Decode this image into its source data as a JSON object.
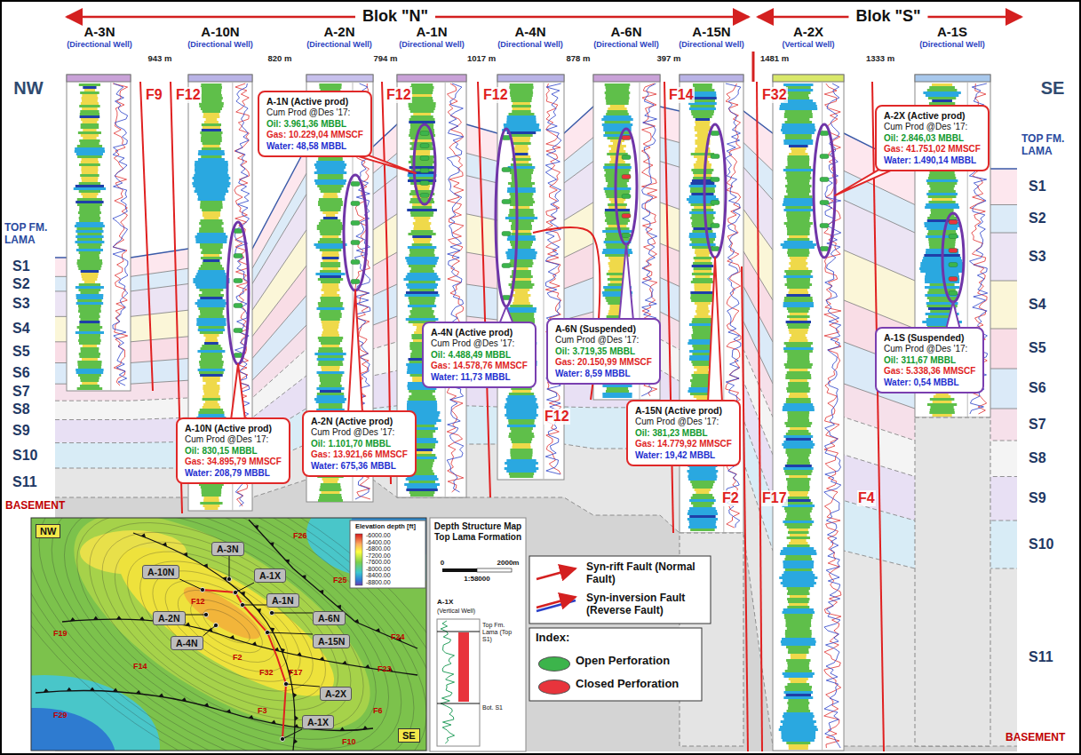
{
  "diagram": {
    "nodes": [
      {
        "text": [
          "A-1N (Active prod)",
          "Cum Prod @Des '17:",
          "Oil: 3.961,36 MBBL",
          "Gas: 10.229,04 MMSCF",
          "Water: 48,58 MBBL"
        ]
      },
      {
        "text": [
          "A-2X (Active prod)",
          "Cum Prod @Des '17:",
          "Oil: 2.846,03 MBBL",
          "Gas: 41.751,02 MMSCF",
          "Water: 1.490,14 MBBL"
        ]
      },
      {
        "text": [
          "A-6N (Suspended)",
          "Cum Prod @Des '17:",
          "Oil: 3.719,35 MBBL",
          "Gas: 20.150,99 MMSCF",
          "Water: 8,59 MBBL"
        ]
      },
      {
        "text": [
          "A-4N (Active prod)",
          "Cum Prod @Des '17:",
          "Oil: 4.488,49 MBBL",
          "Gas: 14.578,76 MMSCF",
          "Water: 11,73 MBBL"
        ]
      },
      {
        "text": [
          "A-1S (Suspended)",
          "Cum Prod @Des '17:",
          "Oil: 311,67 MBBL",
          "Gas: 5.338,36 MMSCF",
          "Water: 0,54 MBBL"
        ]
      },
      {
        "text": [
          "A-15N (Active prod)",
          "Cum Prod @Des '17:",
          "Oil: 381,23 MBBL",
          "Gas: 14.779,92 MMSCF",
          "Water: 19,42 MBBL"
        ]
      },
      {
        "text": [
          "A-2N (Active prod)",
          "Cum Prod @Des '17:",
          "Oil: 1.101,70 MBBL",
          "Gas: 13.921,66 MMSCF",
          "Water: 675,36 MBBL"
        ]
      },
      {
        "text": [
          "A-10N (Active prod)",
          "Cum Prod @Des '17:",
          "Oil: 830,15 MBBL",
          "Gas: 34.895,79 MMSCF",
          "Water: 208,79 MBBL"
        ]
      },
      {
        "text": [
          "NW"
        ]
      },
      {
        "text": [
          "A-3N"
        ]
      },
      {
        "text": [
          "A-10N"
        ]
      },
      {
        "text": [
          "A-1X"
        ]
      },
      {
        "text": [
          "A-1N"
        ]
      },
      {
        "text": [
          "A-2N"
        ]
      },
      {
        "text": [
          "A-6N"
        ]
      },
      {
        "text": [
          "A-4N"
        ]
      },
      {
        "text": [
          "A-15N"
        ]
      },
      {
        "text": [
          "A-2X"
        ]
      },
      {
        "text": [
          "A-1X"
        ]
      },
      {
        "text": [
          "SE"
        ]
      }
    ],
    "labels": [
      "Blok \"N\"",
      "Blok \"S\"",
      "A-3N",
      "(Directional Well)",
      "A-10N",
      "(Directional Well)",
      "A-2N",
      "(Directional Well)",
      "A-1N",
      "(Directional Well)",
      "A-4N",
      "(Directional Well)",
      "A-6N",
      "(Directional Well)",
      "A-15N",
      "(Directional Well)",
      "A-2X",
      "(Vertical Well)",
      "A-1S",
      "(Directional Well)",
      "943 m",
      "820 m",
      "794 m",
      "1017 m",
      "878 m",
      "397 m",
      "1481 m",
      "1333 m",
      "NW",
      "SE",
      "TOP FM. LAMA",
      "S1",
      "S2",
      "S3",
      "S4",
      "S5",
      "S6",
      "S7",
      "S8",
      "S9",
      "S10",
      "S11",
      "BASEMENT",
      "TOP FM. LAMA",
      "S1",
      "S2",
      "S3",
      "S4",
      "S5",
      "S6",
      "S7",
      "S8",
      "S9",
      "S10",
      "S11",
      "BASEMENT",
      "F9",
      "F12",
      "F12",
      "F12",
      "F14",
      "F32",
      "F12",
      "F2",
      "F17",
      "F4",
      "F26",
      "F12",
      "F25",
      "F24",
      "F19",
      "F23",
      "F29",
      "F2",
      "F32",
      "F17",
      "F6",
      "F3",
      "F10",
      "F14",
      "Elevation depth [ft]",
      "-6000.00",
      "-6400.00",
      "-6800.00",
      "-7200.00",
      "-7600.00",
      "-8000.00",
      "-8400.00",
      "-8800.00",
      "Depth Structure Map Top Lama Formation",
      "0",
      "2000m",
      "1:58000",
      "A-1X",
      "(Vertical Well)",
      "Top Fm. Lama (Top S1)",
      "Bot. S1",
      "Index:"
    ],
    "legend": [
      {
        "text": "Syn-rift Fault (Normal Fault)"
      },
      {
        "text": "Syn-inversion Fault (Reverse Fault)"
      },
      {
        "text": "Open Perforation",
        "color": "#3cb44b"
      },
      {
        "text": "Closed Perforation",
        "color": "#e8343c"
      }
    ]
  }
}
